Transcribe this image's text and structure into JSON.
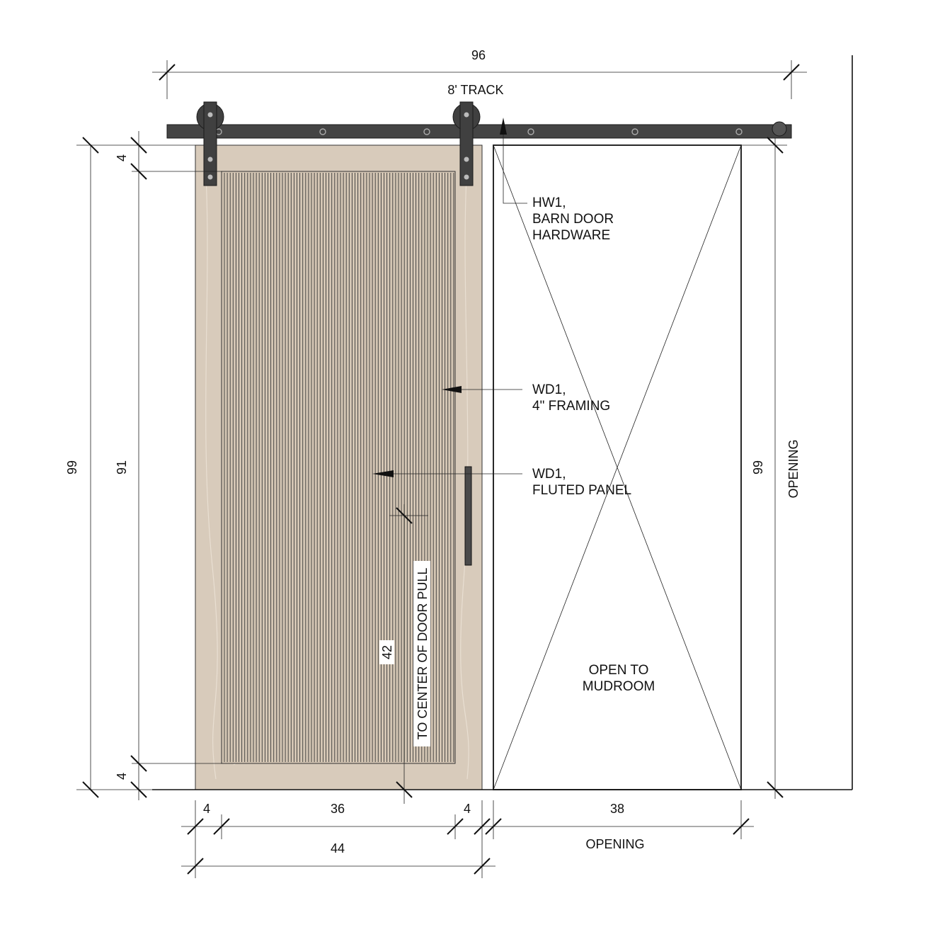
{
  "dimensions": {
    "overall_width": "96",
    "track_label": "8' TRACK",
    "door_height_outer": "99",
    "panel_height": "91",
    "top_frame": "4",
    "bottom_frame": "4",
    "left_frame_width": "4",
    "panel_width": "36",
    "right_frame_width": "4",
    "opening_width": "38",
    "opening_width_label": "OPENING",
    "door_width": "44",
    "opening_height": "99",
    "opening_height_label": "OPENING",
    "pull_height": "42",
    "pull_height_label": "TO CENTER OF DOOR PULL"
  },
  "notes": {
    "hardware": [
      "HW1,",
      "BARN DOOR",
      "HARDWARE"
    ],
    "framing": [
      "WD1,",
      "4\" FRAMING"
    ],
    "panel": [
      "WD1,",
      "FLUTED PANEL"
    ],
    "open_to": [
      "OPEN TO",
      "MUDROOM"
    ]
  },
  "colors": {
    "door_wood": "#d8cbbb",
    "hardware": "#404040",
    "line": "#111111"
  }
}
